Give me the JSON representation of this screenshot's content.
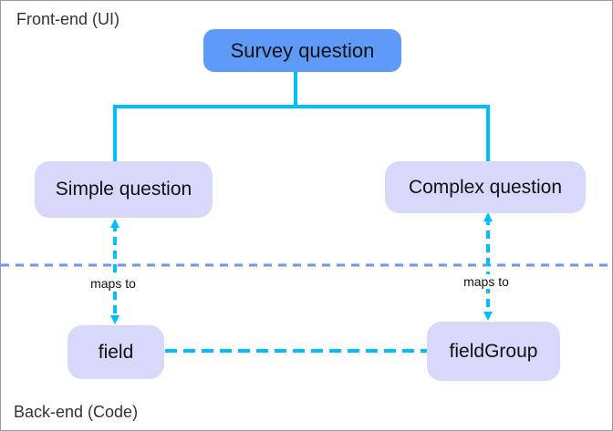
{
  "zones": {
    "front_label": "Front-end (UI)",
    "back_label": "Back-end (Code)"
  },
  "nodes": {
    "root": "Survey question",
    "simple": "Simple question",
    "complex": "Complex question",
    "field": "field",
    "field_group": "fieldGroup"
  },
  "edges": {
    "maps_left": "maps to",
    "maps_right": "maps to"
  },
  "colors": {
    "root_fill": "#5e9bf8",
    "child_fill": "#d8d8fb",
    "connector": "#00bfff",
    "boundary_dash": "#6b95ef"
  }
}
